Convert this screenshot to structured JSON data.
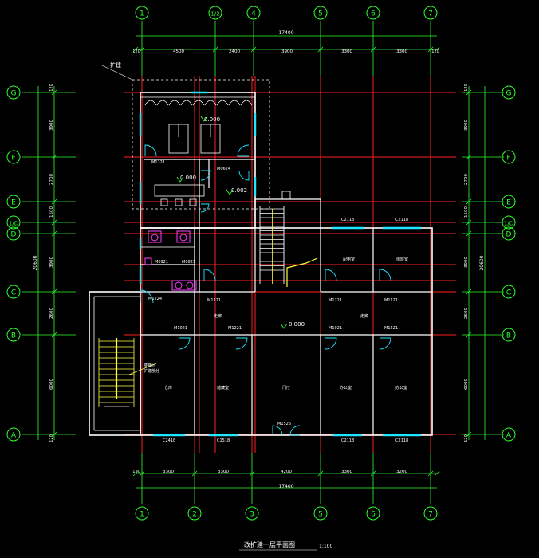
{
  "colors": {
    "grid": "#ff2020",
    "axis": "#2dff2d",
    "wall": "#ffffff",
    "window": "#20e6ff",
    "stair": "#ffff40",
    "dim": "#ffffff",
    "magenta": "#ff40ff",
    "dash": "#ffffff"
  },
  "axes_x_top": [
    "1",
    "1/2",
    "4",
    "5",
    "6",
    "7"
  ],
  "axes_x_bottom": [
    "1",
    "2",
    "3",
    "5",
    "6",
    "7"
  ],
  "axes_y": [
    "G",
    "F",
    "E",
    "1/D",
    "D",
    "C",
    "B",
    "A"
  ],
  "dims": {
    "top_total": "17400",
    "top_edge_left": "120",
    "top_edge_right": "120",
    "top_segments": [
      "4500",
      "2400",
      "3900",
      "3300",
      "3300"
    ],
    "bottom_total": "17400",
    "bottom_edge_left": "120",
    "bottom_segments": [
      "3300",
      "3300",
      "4200",
      "3300",
      "3200"
    ],
    "left_total": "20600",
    "right_total": "20600",
    "left_edge_top": "120",
    "left_edge_bottom": "120",
    "right_edge_top": "120",
    "right_edge_bottom": "120",
    "left_segments": [
      "3900",
      "2700",
      "1500",
      "3900",
      "2600",
      "6000"
    ],
    "right_segments": [
      "3900",
      "2700",
      "1500",
      "3900",
      "2600",
      "6000"
    ]
  },
  "labels": {
    "addition_tag": "扩建",
    "elev_top": "0.000",
    "elev_mid": "0.000",
    "elev_mid2": "0.002",
    "elev_hall": "0.000",
    "door_m1221": "M1221",
    "door_m1021": "M1021",
    "door_m0921": "M0921",
    "door_m1526": "M1526",
    "door_m0821": "M0821",
    "door_m0624": "M0624",
    "door_m1224": "M1224",
    "win_c2118": "C2118",
    "win_c2418": "C2418",
    "win_c1518": "C1518",
    "win_c2118b": "C2118",
    "stair_note": "楼梯间",
    "stair_note2": "扩建部分",
    "corridor": "走廊",
    "office": "办公室",
    "room": "仓库",
    "room2": "储藏室",
    "room3": "配电室",
    "room4": "值班室",
    "hall": "门厅",
    "caption": "改扩建一层平面图",
    "scale": "1:100"
  }
}
